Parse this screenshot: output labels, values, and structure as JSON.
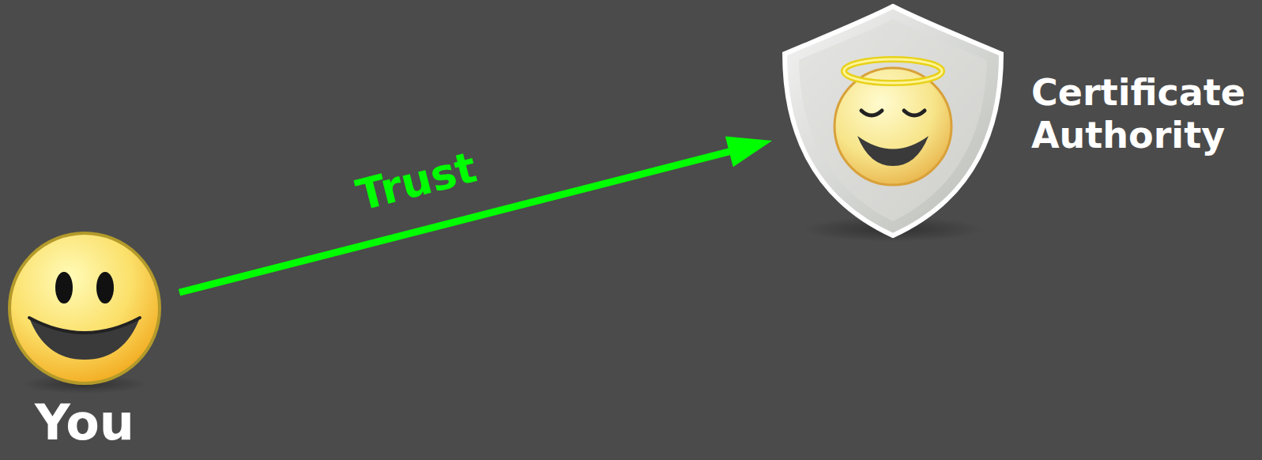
{
  "diagram": {
    "nodes": [
      {
        "text": [
          "You"
        ]
      },
      {
        "text": [
          "Certificate Authority"
        ]
      }
    ],
    "edges": [
      {
        "from": 0,
        "to": 1,
        "label": "Trust",
        "arrow": "to"
      }
    ]
  }
}
